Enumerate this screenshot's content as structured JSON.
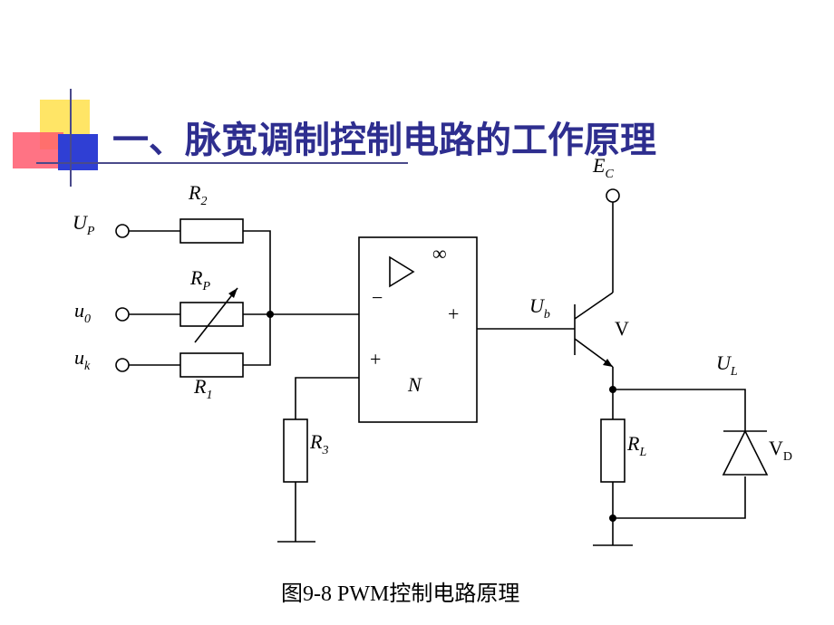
{
  "slide": {
    "title": "一、脉宽调制控制电路的工作原理",
    "caption": "图9-8  PWM控制电路原理",
    "title_color": "#2e2e8f",
    "deco_colors": {
      "yellow": "#ffe566",
      "red": "#ff5a6e",
      "blue": "#2f3fd4",
      "line": "#4a4a8a"
    }
  },
  "circuit": {
    "inputs": [
      {
        "main": "U",
        "sub": "P"
      },
      {
        "main": "u",
        "sub": "0"
      },
      {
        "main": "u",
        "sub": "k"
      }
    ],
    "resistors": {
      "r2": {
        "main": "R",
        "sub": "2"
      },
      "rp": {
        "main": "R",
        "sub": "P"
      },
      "r1": {
        "main": "R",
        "sub": "1"
      },
      "r3": {
        "main": "R",
        "sub": "3"
      },
      "rl": {
        "main": "R",
        "sub": "L"
      }
    },
    "opamp": {
      "gain": "∞",
      "minus": "−",
      "plus_in": "+",
      "plus_out": "+",
      "name": "N"
    },
    "transistor": {
      "name": "V",
      "base_label": {
        "main": "U",
        "sub": "b"
      },
      "supply": {
        "main": "E",
        "sub": "C"
      }
    },
    "load": {
      "ul": {
        "main": "U",
        "sub": "L"
      },
      "diode": {
        "main": "V",
        "sub": "D"
      }
    }
  }
}
